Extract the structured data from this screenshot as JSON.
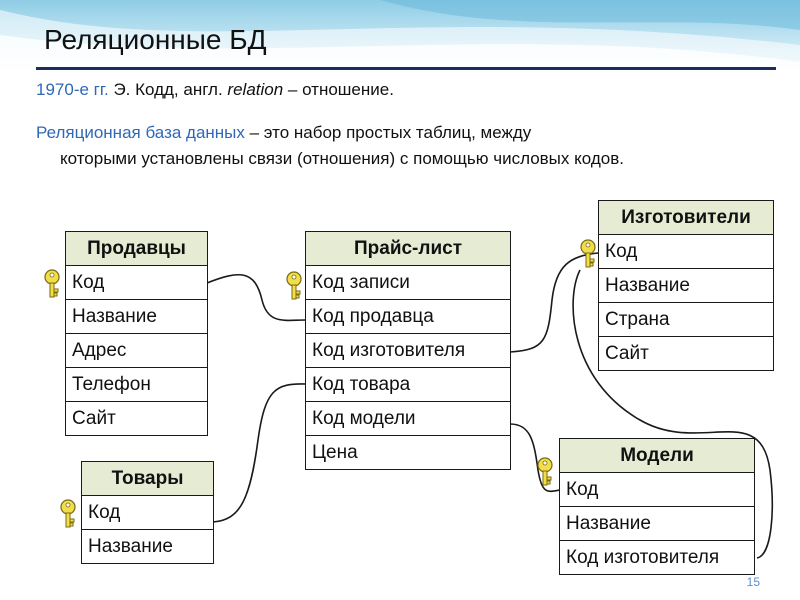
{
  "slide": {
    "title": "Реляционные БД",
    "line1_accent": "1970-е гг.",
    "line1_text": " Э. Кодд, англ. ",
    "line1_italic": "relation",
    "line1_rest": " – отношение.",
    "def_accent": "Реляционная база данных",
    "def_text": " – это набор простых таблиц, между",
    "def_cont": "которыми установлены связи (отношения) с помощью числовых кодов.",
    "page_number": "15"
  },
  "tables": {
    "sellers": {
      "title": "Продавцы",
      "fields": [
        "Код",
        "Название",
        "Адрес",
        "Телефон",
        "Сайт"
      ]
    },
    "price": {
      "title": "Прайс-лист",
      "fields": [
        "Код записи",
        "Код продавца",
        "Код изготовителя",
        "Код товара",
        "Код модели",
        "Цена"
      ]
    },
    "makers": {
      "title": "Изготовители",
      "fields": [
        "Код",
        "Название",
        "Страна",
        "Сайт"
      ]
    },
    "goods": {
      "title": "Товары",
      "fields": [
        "Код",
        "Название"
      ]
    },
    "models": {
      "title": "Модели",
      "fields": [
        "Код",
        "Название",
        "Код изготовителя"
      ]
    }
  },
  "colors": {
    "accent": "#2f68b6",
    "header_fill": "#e6ecd3",
    "rule": "#1c2e5a",
    "key": "#f2de4a"
  }
}
